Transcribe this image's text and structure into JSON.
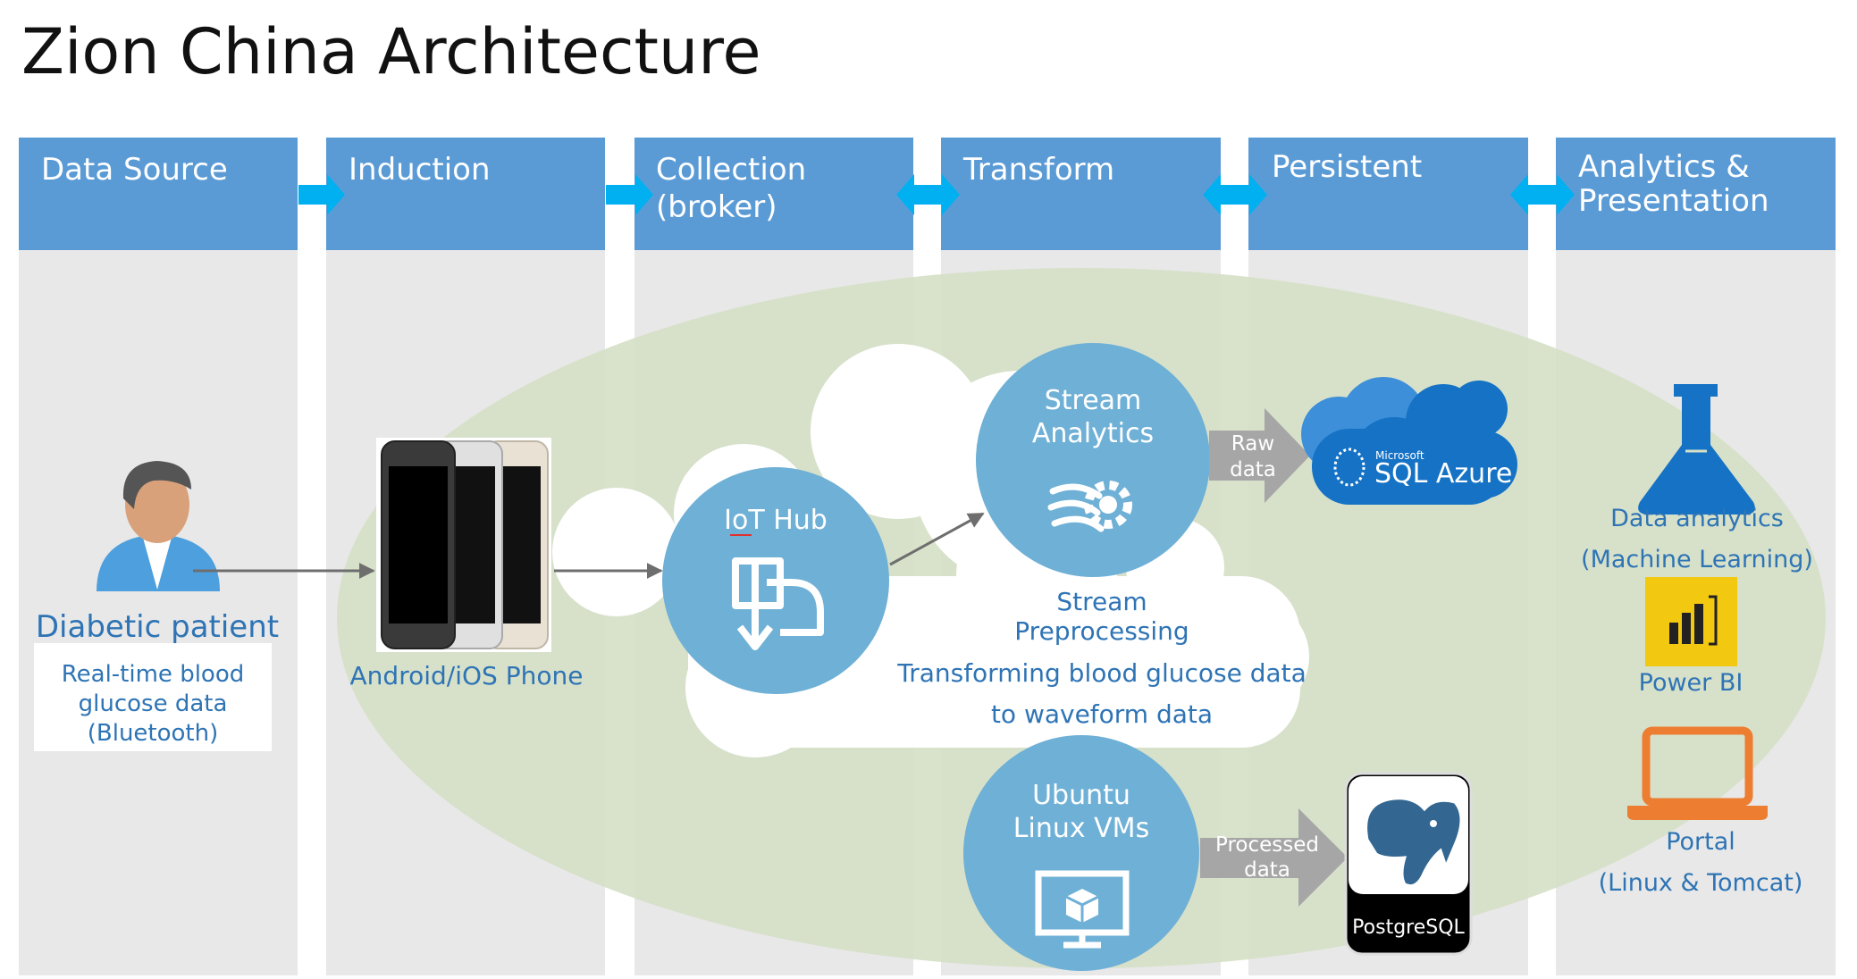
{
  "title": "Zion China Architecture",
  "columns": [
    {
      "lines": [
        "Data Source"
      ]
    },
    {
      "lines": [
        "Induction"
      ]
    },
    {
      "lines": [
        "Collection",
        "(broker)"
      ]
    },
    {
      "lines": [
        "Transform"
      ]
    },
    {
      "lines": [
        "Persistent"
      ]
    },
    {
      "lines": [
        "Analytics &",
        "Presentation"
      ]
    }
  ],
  "patient": {
    "label": "Diabetic patient",
    "data_lines": [
      "Real-time blood",
      "glucose data",
      "(Bluetooth)"
    ]
  },
  "phone": {
    "label": "Android/iOS Phone"
  },
  "iot_hub": {
    "label": "IoT Hub"
  },
  "stream_analytics": {
    "lines": [
      "Stream",
      "Analytics"
    ]
  },
  "stream_preprocessing": {
    "lines": [
      "Stream",
      "Preprocessing",
      "Transforming blood glucose data",
      "to waveform data"
    ]
  },
  "raw_data_arrow": {
    "lines": [
      "Raw",
      "data"
    ]
  },
  "sql_azure": {
    "brand": "Microsoft",
    "label": "SQL Azure"
  },
  "ubuntu": {
    "lines": [
      "Ubuntu",
      "Linux VMs"
    ]
  },
  "processed_data_arrow": {
    "lines": [
      "Processed",
      "data"
    ]
  },
  "postgresql": {
    "label": "PostgreSQL"
  },
  "data_analytics": {
    "lines": [
      "Data analytics",
      "(Machine Learning)"
    ]
  },
  "power_bi": {
    "label": "Power BI"
  },
  "portal": {
    "lines": [
      "Portal",
      "(Linux & Tomcat)"
    ]
  },
  "colors": {
    "header_blue": "#5b9bd5",
    "column_grey": "#e8e8e8",
    "ellipse_green": "#d5e0c6",
    "circle_blue": "#6fb0d6",
    "label_blue": "#2e74b5",
    "arrow_cyan": "#00b0f0",
    "azure_blue": "#1572c5",
    "power_bi_yellow": "#f2c811",
    "portal_orange": "#ed7d31"
  }
}
